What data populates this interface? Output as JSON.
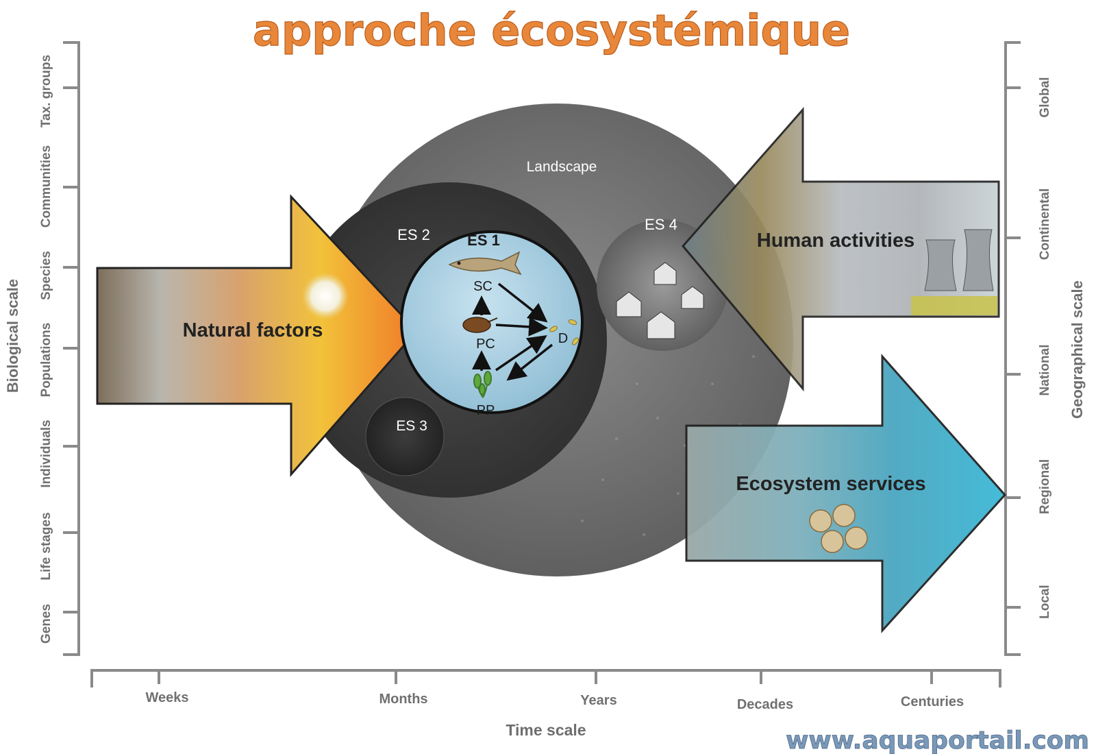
{
  "title": "approche écosystémique",
  "watermark": "www.aquaportail.com",
  "colors": {
    "title": "#e8873a",
    "axis": "#8a8a8a",
    "watermark": "#7a98b8",
    "inner_circle": "#a9cfe2"
  },
  "biological_scale": {
    "label": "Biological scale",
    "ticks": [
      "Genes",
      "Life stages",
      "Individuals",
      "Populations",
      "Species",
      "Communities",
      "Tax. groups"
    ]
  },
  "geographical_scale": {
    "label": "Geographical scale",
    "ticks": [
      "Local",
      "Regional",
      "National",
      "Continental",
      "Global"
    ]
  },
  "time_scale": {
    "label": "Time scale",
    "ticks": [
      "Weeks",
      "Months",
      "Years",
      "Decades",
      "Centuries"
    ]
  },
  "circles": {
    "landscape": "Landscape",
    "es1": "ES 1",
    "es2": "ES 2",
    "es3": "ES 3",
    "es4": "ES 4"
  },
  "food_web": {
    "sc": "SC",
    "pc": "PC",
    "pp": "PP",
    "d": "D"
  },
  "arrows": {
    "natural_factors": "Natural factors",
    "human_activities": "Human activities",
    "ecosystem_services": "Ecosystem services"
  }
}
